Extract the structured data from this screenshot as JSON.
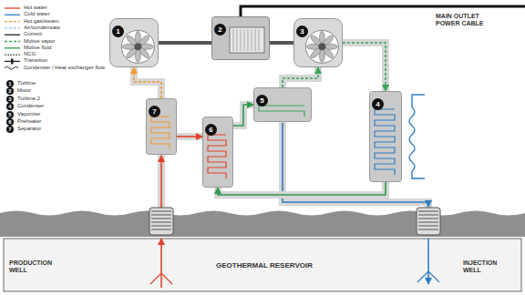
{
  "diagram": {
    "nodes": [
      {
        "text": [
          "1"
        ]
      },
      {
        "text": [
          "2"
        ]
      },
      {
        "text": [
          "3"
        ]
      },
      {
        "text": [
          "4"
        ]
      },
      {
        "text": [
          "5"
        ]
      },
      {
        "text": [
          "6"
        ]
      },
      {
        "text": [
          "7"
        ]
      }
    ],
    "edges": [
      {
        "from": 0,
        "to": 1,
        "arrow": "none"
      },
      {
        "from": 2,
        "to": 1,
        "arrow": "none"
      },
      {
        "from": 6,
        "to": 0,
        "arrow": "to"
      },
      {
        "from": 4,
        "to": 2,
        "arrow": "to"
      },
      {
        "from": 2,
        "to": 3,
        "arrow": "to"
      },
      {
        "from": 3,
        "to": 5,
        "arrow": "to"
      },
      {
        "from": 5,
        "to": 4,
        "arrow": "to"
      },
      {
        "from": 6,
        "to": 5,
        "arrow": "to"
      }
    ],
    "labels": [
      "1",
      "2",
      "3",
      "4",
      "5",
      "6",
      "7",
      "MAIN OUTLET POWER CABLE",
      "PRODUCTION WELL",
      "GEOTHERMAL RESERVOIR",
      "INJECTION WELL"
    ],
    "legend": [
      {
        "text": "Hot water"
      },
      {
        "text": "Cold water"
      },
      {
        "text": "Hot gas/steam"
      },
      {
        "text": "Air/condensate"
      },
      {
        "text": "Current"
      },
      {
        "text": "Motive vapor"
      },
      {
        "text": "Motive fluid"
      },
      {
        "text": "NCG"
      },
      {
        "text": "Transition"
      },
      {
        "text": "Condenser / Heat exchanger flow"
      },
      {
        "text": "Turbine"
      },
      {
        "text": "Motor"
      },
      {
        "text": "Turbine 2"
      },
      {
        "text": "Condenser"
      },
      {
        "text": "Vaporizer"
      },
      {
        "text": "Preheater"
      },
      {
        "text": "Separator"
      }
    ]
  }
}
